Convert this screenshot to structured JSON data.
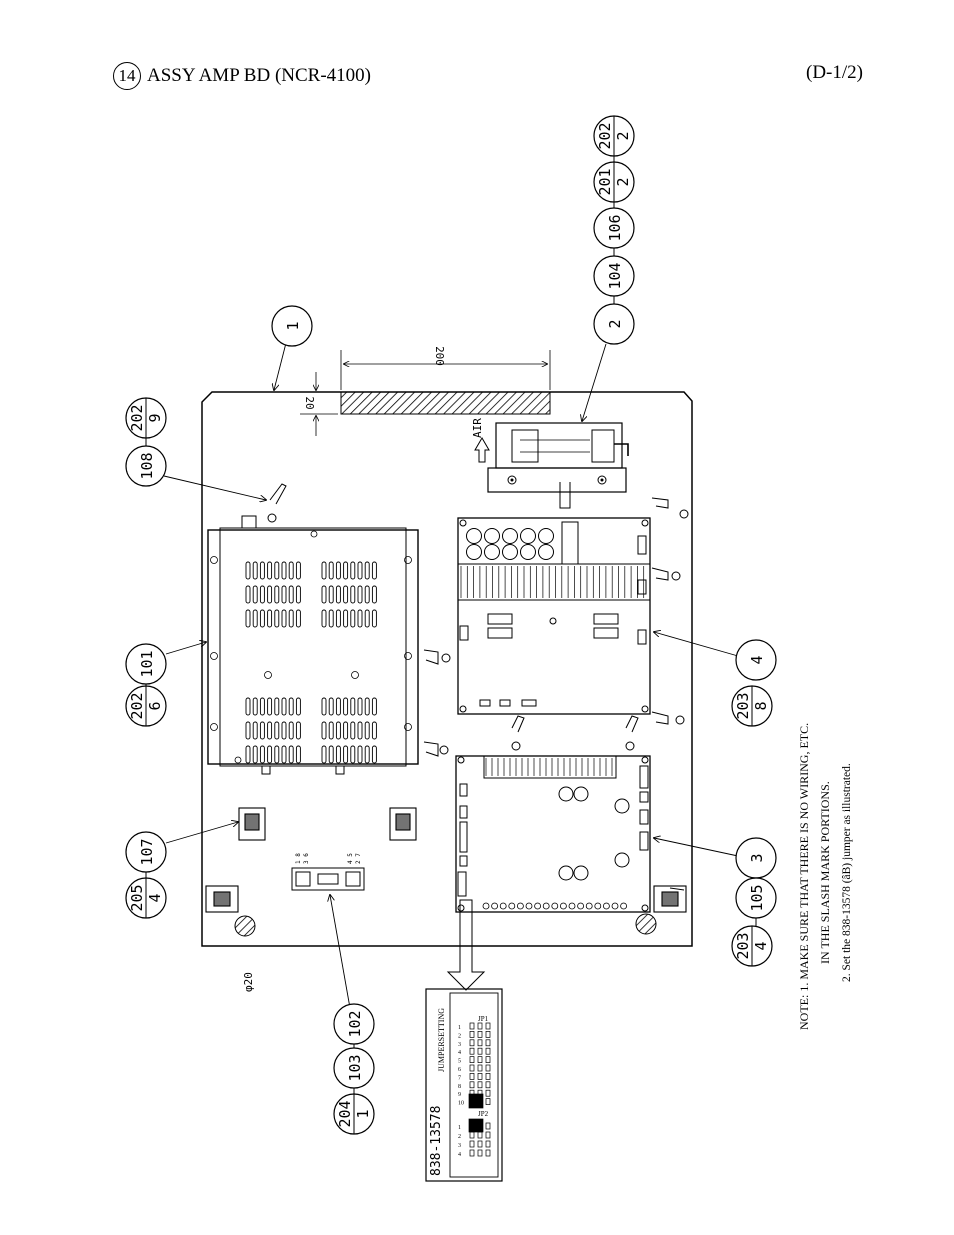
{
  "header": {
    "section_number": "14",
    "title": "ASSY AMP BD (NCR-4100)",
    "page_ref": "(D-1/2)"
  },
  "callouts": {
    "top": [
      {
        "top": "202",
        "bottom": "2"
      },
      {
        "top": "201",
        "bottom": "2"
      },
      {
        "label": "106"
      },
      {
        "label": "104"
      },
      {
        "label": "2"
      }
    ],
    "board_callout": "1",
    "left": [
      {
        "top": "202",
        "bottom": "9"
      },
      {
        "label": "108"
      },
      {
        "label": "101"
      },
      {
        "top": "202",
        "bottom": "6"
      },
      {
        "label": "107"
      },
      {
        "top": "205",
        "bottom": "4"
      }
    ],
    "right": [
      {
        "label": "4"
      },
      {
        "top": "203",
        "bottom": "8"
      },
      {
        "label": "3"
      },
      {
        "label": "105"
      },
      {
        "top": "203",
        "bottom": "4"
      }
    ],
    "bottom": [
      {
        "label": "102"
      },
      {
        "label": "103"
      },
      {
        "top": "204",
        "bottom": "1"
      }
    ]
  },
  "dimensions": {
    "length": "200",
    "offset": "20",
    "hole": "φ20",
    "air_label": "AIR"
  },
  "connector_pins": {
    "left_top": "1 8",
    "left_bottom": "3 6",
    "right_top": "4 5",
    "right_bottom": "2 7"
  },
  "jumper_detail": {
    "part_number": "838-13578",
    "title": "JUMPERSETTING",
    "jp1_label": "JP1",
    "jp2_label": "JP2",
    "jp1_rows": [
      "1",
      "2",
      "3",
      "4",
      "5",
      "6",
      "7",
      "8",
      "9",
      "10"
    ],
    "jp2_rows": [
      "1",
      "2",
      "3",
      "4"
    ]
  },
  "notes": {
    "line1": "NOTE:  1.  MAKE SURE THAT THERE IS NO WIRING, ETC.",
    "line2": "IN THE SLASH MARK PORTIONS.",
    "line3": "2.  Set the 838-13578 (âB) jumper as illustrated."
  }
}
